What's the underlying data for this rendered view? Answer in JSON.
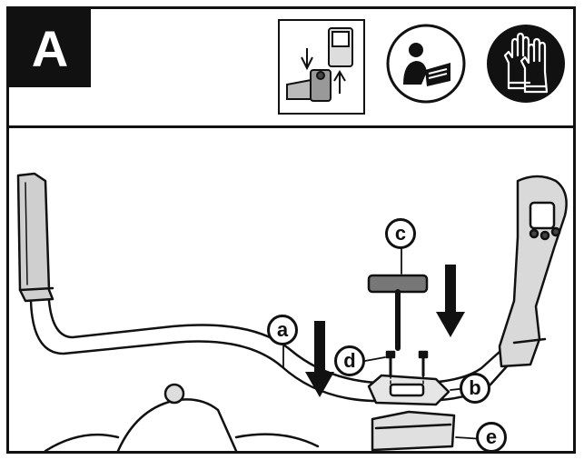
{
  "step": {
    "label": "A"
  },
  "icons": {
    "thumbnail": "assembly-detail-thumbnail",
    "manual": "read-manual-icon",
    "gloves": "wear-gloves-icon"
  },
  "callouts": {
    "a": "a",
    "b": "b",
    "c": "c",
    "d": "d",
    "e": "e"
  },
  "colors": {
    "ink": "#111111",
    "paper": "#ffffff"
  }
}
